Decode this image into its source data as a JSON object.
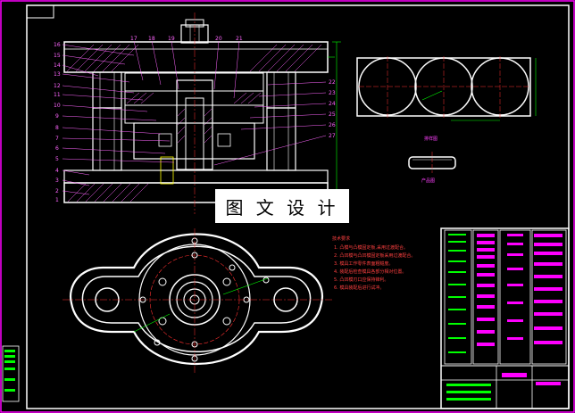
{
  "watermark": "图 文 设 计",
  "colors": {
    "background": "#000000",
    "frame": "#ff00ff",
    "outline": "#ffffff",
    "centerline": "#ff3030",
    "dimension": "#00ff00",
    "hatch": "#ff66ff",
    "annotation": "#00ffff"
  },
  "part_numbers_left": [
    "16",
    "15",
    "14",
    "13",
    "12",
    "11",
    "10",
    "9",
    "8",
    "7",
    "6",
    "5",
    "4",
    "3",
    "2",
    "1"
  ],
  "part_numbers_top": [
    "17",
    "18",
    "19",
    "20",
    "21"
  ],
  "part_numbers_right": [
    "22",
    "23",
    "24",
    "25",
    "26",
    "27"
  ],
  "tech_notes": {
    "title": "技术要求",
    "lines": [
      "1. 凸模与凸模固定板,采用过渡配合。",
      "2. 凸凹模与凸凹模固定板采用过渡配合。",
      "3. 模具工作零件表面粗糙度。",
      "4. 装配后检查模具各部分相对位置。",
      "5. 凸凹模刃口应保持锋利。",
      "6. 模具装配后进行试冲。"
    ]
  },
  "view_captions": {
    "layout": "排样图",
    "product": "产品图"
  }
}
